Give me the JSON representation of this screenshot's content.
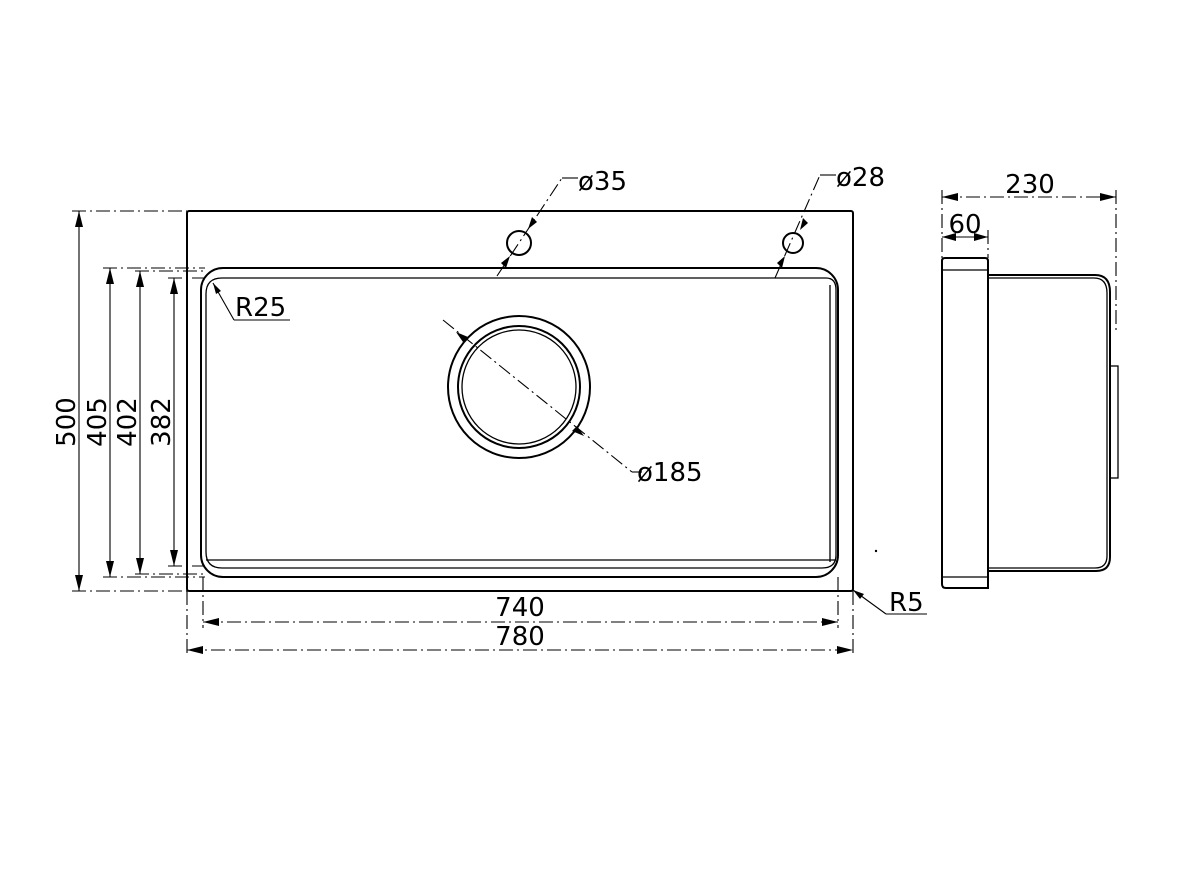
{
  "dimensions": {
    "dia_tap": "ø35",
    "dia_small": "ø28",
    "dia_drain": "ø185",
    "radius_inner": "R25",
    "radius_outer": "R5",
    "width_inner": "740",
    "width_outer": "780",
    "height_500": "500",
    "height_405": "405",
    "height_402": "402",
    "height_382": "382",
    "depth_total": "230",
    "depth_flange": "60"
  }
}
